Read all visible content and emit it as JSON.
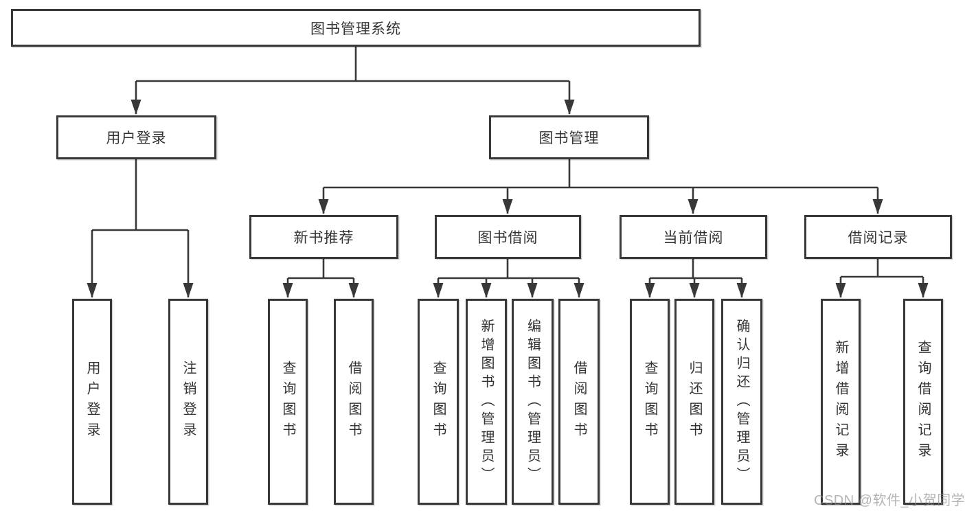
{
  "diagram": {
    "type": "hierarchy-tree",
    "root": {
      "label": "图书管理系统"
    },
    "branches": [
      {
        "label": "用户登录",
        "children": [
          {
            "label": "用户登录"
          },
          {
            "label": "注销登录"
          }
        ]
      },
      {
        "label": "图书管理",
        "sections": [
          {
            "label": "新书推荐",
            "children": [
              {
                "label": "查询图书"
              },
              {
                "label": "借阅图书"
              }
            ]
          },
          {
            "label": "图书借阅",
            "children": [
              {
                "label": "查询图书"
              },
              {
                "label": "新增图书（管理员）"
              },
              {
                "label": "编辑图书（管理员）"
              },
              {
                "label": "借阅图书"
              }
            ]
          },
          {
            "label": "当前借阅",
            "children": [
              {
                "label": "查询图书"
              },
              {
                "label": "归还图书"
              },
              {
                "label": "确认归还（管理员）"
              }
            ]
          },
          {
            "label": "借阅记录",
            "children": [
              {
                "label": "新增借阅记录"
              },
              {
                "label": "查询借阅记录"
              }
            ]
          }
        ]
      }
    ],
    "colors": {
      "line": "#383838",
      "box_border": "#383838",
      "text": "#333333",
      "background": "#ffffff",
      "watermark_text_color": "#8c8c8c"
    }
  },
  "watermark": {
    "text": "CSDN @软件_小贺同学"
  }
}
